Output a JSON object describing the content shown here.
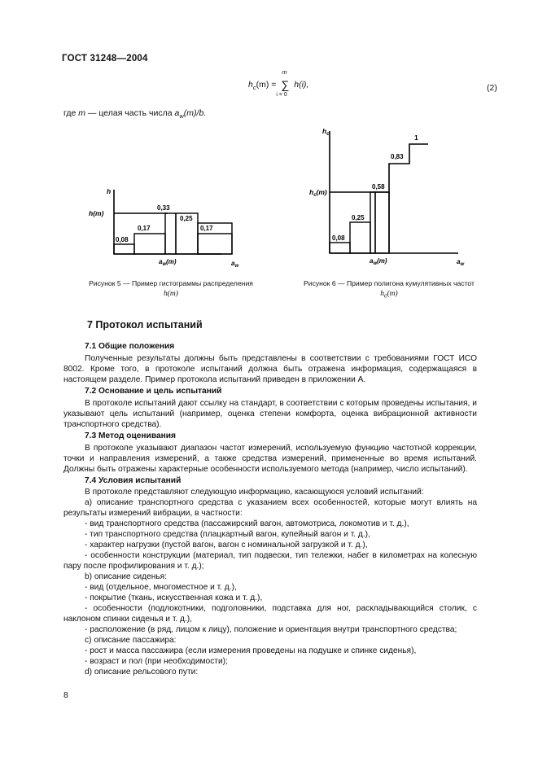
{
  "header": "ГОСТ 31248—2004",
  "formula": {
    "lhs": "h",
    "lhs_sub": "c",
    "lhs_arg": "(m) = ",
    "sum": "∑",
    "upper": "m",
    "lower": "i = 0",
    "rhs": "h(i),",
    "number": "(2)"
  },
  "where": {
    "pre": "где ",
    "var": "m",
    "mid": " — целая часть числа ",
    "expr": "a",
    "expr_sub": "w",
    "expr_tail": "(m)/b."
  },
  "figure5": {
    "y_label": "h",
    "ref_label": "h(m)",
    "x_mark": "a",
    "x_mark_sub": "w",
    "x_mark_tail": "(m)",
    "x_axis": "a",
    "x_axis_sub": "w",
    "bars": [
      "0,08",
      "0,17",
      "0,33",
      "0,25",
      "0,17"
    ],
    "caption_line1": "Рисунок 5 — Пример гистограммы распределения",
    "caption_line2": "h(m)"
  },
  "figure6": {
    "y_label": "h",
    "y_label_sub": "c",
    "ref_label": "h",
    "ref_label_sub": "c",
    "ref_label_tail": "(m)",
    "x_mark": "a",
    "x_mark_sub": "w",
    "x_mark_tail": "(m)",
    "x_axis": "a",
    "x_axis_sub": "w",
    "steps": [
      "0,08",
      "0,25",
      "0,58",
      "0,83",
      "1"
    ],
    "caption_line1": "Рисунок 6 — Пример полигона кумулятивных частот",
    "caption_line2": "h",
    "caption_line2_sub": "c",
    "caption_line2_tail": "(m)"
  },
  "section": {
    "title": "7  Протокол испытаний",
    "s71_title": "7.1  Общие положения",
    "s71_text": "Полученные результаты должны быть представлены в соответствии с требованиями ГОСТ ИСО 8002. Кроме того, в протоколе испытаний должна быть отражена информация, содержащаяся в настоящем разделе. Пример протокола испытаний приведен в приложении А.",
    "s72_title": "7.2  Основание и цель испытаний",
    "s72_text": "В протоколе испытаний дают ссылку на стандарт, в соответствии с которым проведены испытания, и указывают цель испытаний (например, оценка степени комфорта, оценка вибрационной активности транспортного средства).",
    "s73_title": "7.3  Метод оценивания",
    "s73_text": "В протоколе указывают диапазон частот измерений, используемую функцию частотной коррекции, точки и направления измерений, а также средства измерений, примененные во время испытаний. Должны быть отражены характерные особенности используемого метода (например, число испытаний).",
    "s74_title": "7.4  Условия испытаний",
    "s74_intro": "В протоколе представляют следующую информацию, касающуюся условий испытаний:",
    "s74_a": "а)  описание транспортного средства с указанием всех особенностей, которые могут влиять на результаты измерений вибрации, в частности:",
    "s74_a1": "- вид транспортного средства (пассажирский вагон, автомотриса, локомотив и т. д.),",
    "s74_a2": "- тип транспортного средства (плацкартный вагон, купейный вагон и т. д.),",
    "s74_a3": "- характер нагрузки (пустой вагон, вагон с номинальной загрузкой и т. д.),",
    "s74_a4": "- особенности конструкции (материал, тип подвески, тип тележки, набег в километрах на колесную пару после профилирования и т. д.);",
    "s74_b": "b)  описание сиденья:",
    "s74_b1": "- вид (отдельное, многоместное и т. д.),",
    "s74_b2": "- покрытие (ткань, искусственная кожа и т. д.),",
    "s74_b3": "- особенности (подлокотники, подголовники, подставка для ног, раскладывающийся столик, с наклоном спинки сиденья и т. д.),",
    "s74_b4": "- расположение (в ряд, лицом к лицу), положение и ориентация внутри транспортного средства;",
    "s74_c": "c)  описание пассажира:",
    "s74_c1": "- рост и масса пассажира (если измерения проведены на подушке и спинке сиденья),",
    "s74_c2": "- возраст и пол (при необходимости);",
    "s74_d": "d)  описание рельсового пути:"
  },
  "page_number": "8"
}
